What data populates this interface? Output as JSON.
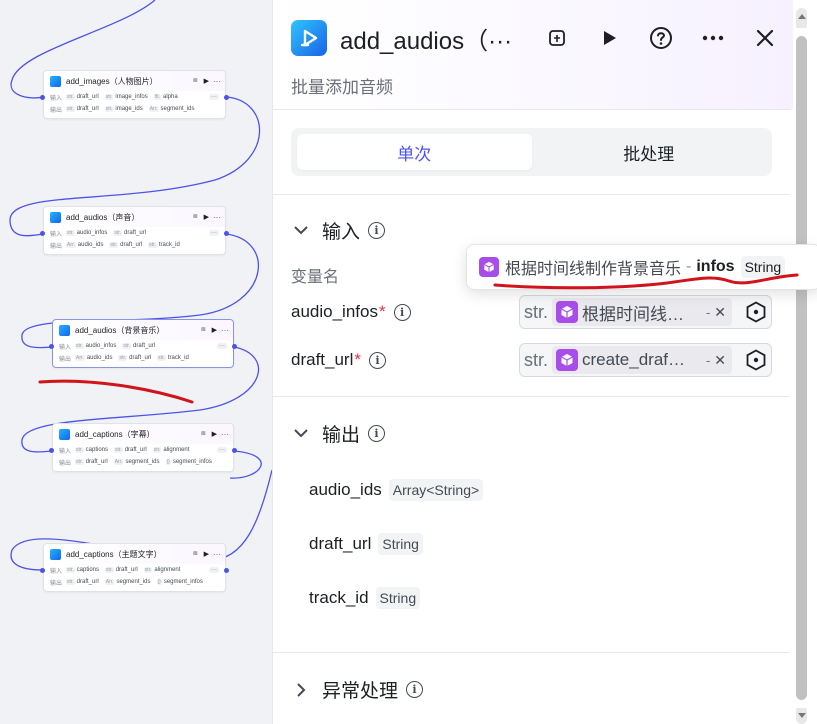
{
  "canvas": {
    "nodes": [
      {
        "title": "add_images（人物图片）",
        "input_label": "输入",
        "output_label": "输出",
        "inputs": [
          [
            "str.",
            "draft_url"
          ],
          [
            "str.",
            "image_infos"
          ],
          [
            "flt.",
            "alpha"
          ]
        ],
        "outputs": [
          [
            "str.",
            "draft_url"
          ],
          [
            "str.",
            "image_ids"
          ],
          [
            "Arr.",
            "segment_ids"
          ]
        ]
      },
      {
        "title": "add_audios（声音）",
        "input_label": "输入",
        "output_label": "输出",
        "inputs": [
          [
            "str.",
            "audio_infos"
          ],
          [
            "str.",
            "draft_url"
          ]
        ],
        "outputs": [
          [
            "Arr.",
            "audio_ids"
          ],
          [
            "str.",
            "draft_url"
          ],
          [
            "str.",
            "track_id"
          ]
        ]
      },
      {
        "title": "add_audios（背景音乐）",
        "input_label": "输入",
        "output_label": "输出",
        "inputs": [
          [
            "str.",
            "audio_infos"
          ],
          [
            "str.",
            "draft_url"
          ]
        ],
        "outputs": [
          [
            "Arr.",
            "audio_ids"
          ],
          [
            "str.",
            "draft_url"
          ],
          [
            "str.",
            "track_id"
          ]
        ]
      },
      {
        "title": "add_captions（字幕）",
        "input_label": "输入",
        "output_label": "输出",
        "inputs": [
          [
            "str.",
            "captions"
          ],
          [
            "str.",
            "draft_url"
          ],
          [
            "str.",
            "alignment"
          ]
        ],
        "outputs": [
          [
            "str.",
            "draft_url"
          ],
          [
            "Arr.",
            "segment_ids"
          ],
          [
            "{}",
            "segment_infos"
          ]
        ]
      },
      {
        "title": "add_captions（主题文字）",
        "input_label": "输入",
        "output_label": "输出",
        "inputs": [
          [
            "str.",
            "captions"
          ],
          [
            "str.",
            "draft_url"
          ],
          [
            "str.",
            "alignment"
          ]
        ],
        "outputs": [
          [
            "str.",
            "draft_url"
          ],
          [
            "Arr.",
            "segment_ids"
          ],
          [
            "{}",
            "segment_infos"
          ]
        ]
      }
    ],
    "more_glyph": "···",
    "run_glyph": "▶",
    "fold_glyph": "⧈"
  },
  "panel": {
    "title": "add_audios（···",
    "subtitle": "批量添加音频",
    "tabs": [
      "单次",
      "批处理"
    ],
    "input_section": "输入",
    "variable_name_label": "变量名",
    "inputs": [
      {
        "name": "audio_infos",
        "required": "*",
        "type": "str.",
        "ref": "根据时间线…"
      },
      {
        "name": "draft_url",
        "required": "*",
        "type": "str.",
        "ref": "create_draf…"
      }
    ],
    "output_section": "输出",
    "outputs": [
      {
        "name": "audio_ids",
        "type": "Array<String>"
      },
      {
        "name": "draft_url",
        "type": "String"
      },
      {
        "name": "track_id",
        "type": "String"
      }
    ],
    "error_section": "异常处理"
  },
  "tooltip": {
    "source": "根据时间线制作背景音乐",
    "separator": "-",
    "field": "infos",
    "type": "String"
  },
  "colors": {
    "accent": "#4d53e8",
    "required": "#e53241",
    "ref_icon": "#a84ee8",
    "annotation": "#d0141b"
  },
  "icons": [
    "app-icon",
    "debug-icon",
    "run-icon",
    "help-icon",
    "more-icon",
    "close-icon",
    "info-icon",
    "chevron-down-icon",
    "chevron-right-icon",
    "variable-icon",
    "hexagon-icon"
  ]
}
